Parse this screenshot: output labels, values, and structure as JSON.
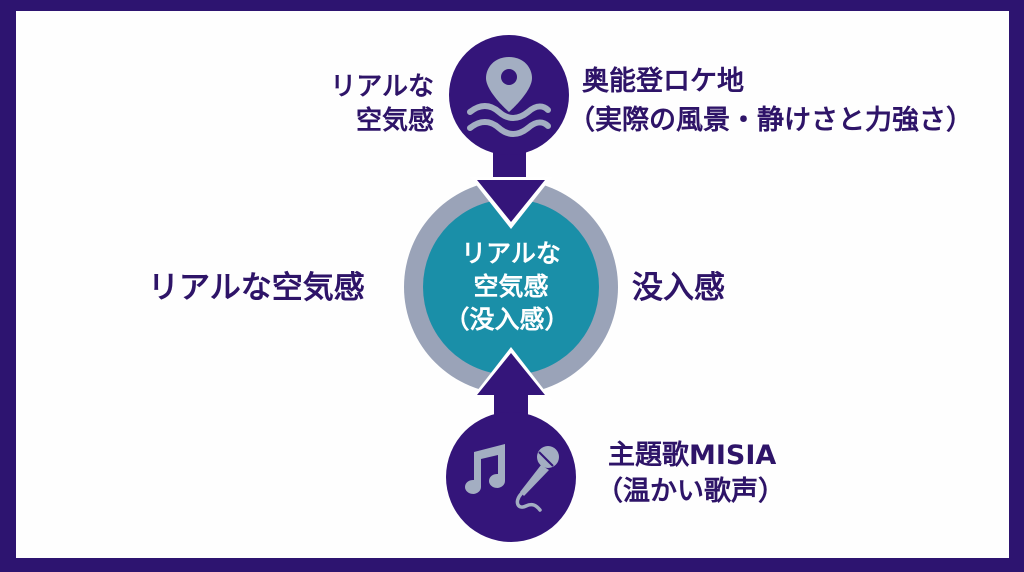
{
  "colors": {
    "frame": "#2d1470",
    "background": "#fefefe",
    "primary_purple": "#34157a",
    "text_purple": "#2e1468",
    "ring_gray": "#9aa3b8",
    "center_teal": "#1a8fa8",
    "icon_gray": "#a3aec2",
    "center_text": "#ffffff"
  },
  "diagram": {
    "center": {
      "line1": "リアルな",
      "line2": "空気感",
      "line3": "（没入感）"
    },
    "left_label": "リアルな空気感",
    "right_label": "没入感",
    "top_node": {
      "icon": "location-pin-water-icon",
      "side_label_line1": "リアルな",
      "side_label_line2": "空気感",
      "title": "奥能登ロケ地",
      "subtitle": "（実際の風景・静けさと力強さ）"
    },
    "bottom_node": {
      "icon": "music-note-microphone-icon",
      "title": "主題歌MISIA",
      "subtitle": "（温かい歌声）"
    }
  }
}
